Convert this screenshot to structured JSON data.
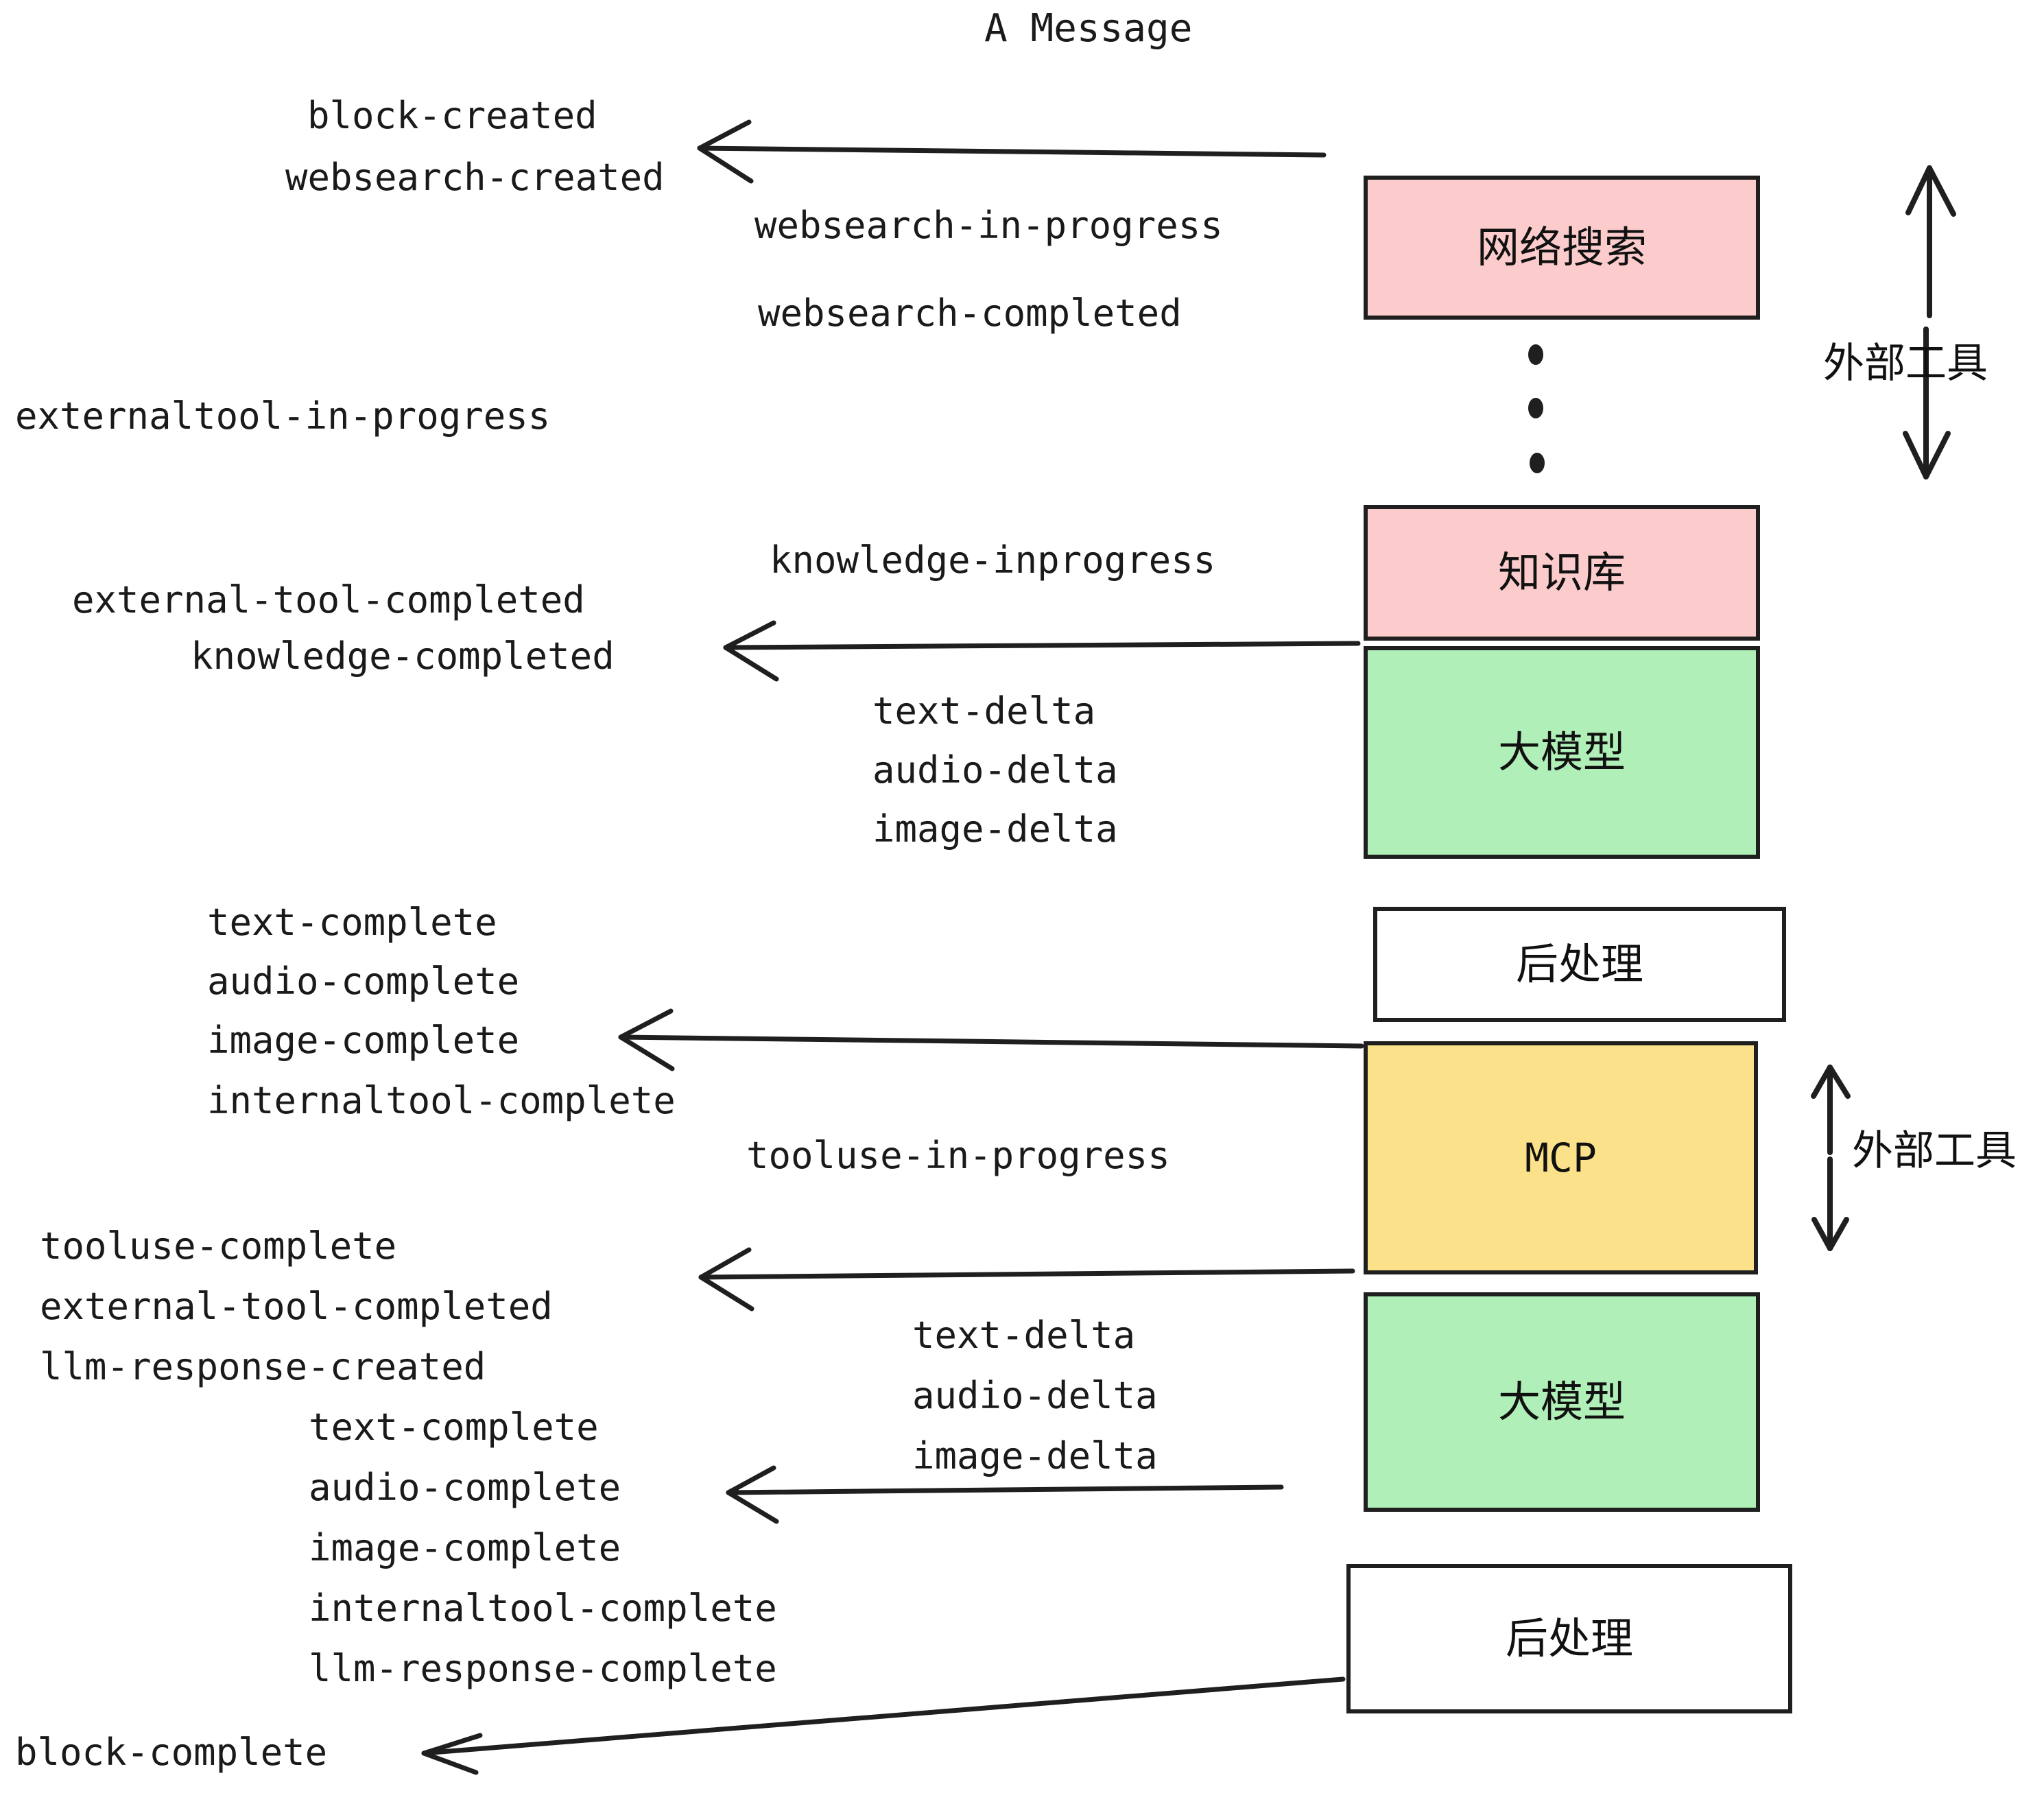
{
  "title": "A Message",
  "colors": {
    "pink": "#fccccc",
    "green": "#b0f0b8",
    "yellow": "#fbe28a",
    "white": "#ffffff",
    "stroke": "#1f1f1f",
    "text": "#1a1a1a",
    "background": "#ffffff"
  },
  "diagram": {
    "type": "sequence-flow",
    "boxes": [
      {
        "id": "websearch",
        "label": "网络搜索",
        "fill": "#fccccc"
      },
      {
        "id": "knowledge",
        "label": "知识库",
        "fill": "#fccccc"
      },
      {
        "id": "llm1",
        "label": "大模型",
        "fill": "#b0f0b8"
      },
      {
        "id": "post1",
        "label": "后处理",
        "fill": "#ffffff"
      },
      {
        "id": "mcp",
        "label": "MCP",
        "fill": "#fbe28a"
      },
      {
        "id": "llm2",
        "label": "大模型",
        "fill": "#b0f0b8"
      },
      {
        "id": "post2",
        "label": "后处理",
        "fill": "#ffffff"
      }
    ],
    "side_labels": [
      {
        "id": "external-tools-top",
        "label": "外部工具"
      },
      {
        "id": "external-tools-bottom",
        "label": "外部工具"
      }
    ],
    "events": {
      "block_created": "block-created",
      "websearch_created": "websearch-created",
      "websearch_in_progress": "websearch-in-progress",
      "websearch_completed": "websearch-completed",
      "externaltool_in_progress": "externaltool-in-progress",
      "knowledge_inprogress": "knowledge-inprogress",
      "external_tool_completed_1": "external-tool-completed",
      "knowledge_completed": "knowledge-completed",
      "text_delta_1": "text-delta",
      "audio_delta_1": "audio-delta",
      "image_delta_1": "image-delta",
      "text_complete_1": "text-complete",
      "audio_complete_1": "audio-complete",
      "image_complete_1": "image-complete",
      "internaltool_complete_1": "internaltool-complete",
      "tooluse_in_progress": "tooluse-in-progress",
      "tooluse_complete": "tooluse-complete",
      "external_tool_completed_2": "external-tool-completed",
      "llm_response_created": "llm-response-created",
      "text_delta_2": "text-delta",
      "audio_delta_2": "audio-delta",
      "image_delta_2": "image-delta",
      "text_complete_2": "text-complete",
      "audio_complete_2": "audio-complete",
      "image_complete_2": "image-complete",
      "internaltool_complete_2": "internaltool-complete",
      "llm_response_complete": "llm-response-complete",
      "block_complete": "block-complete"
    }
  }
}
